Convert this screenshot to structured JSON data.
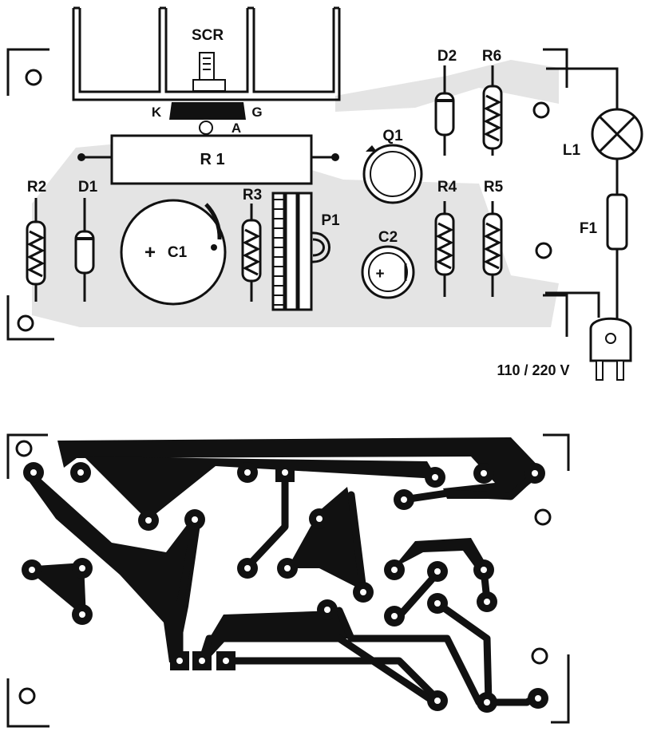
{
  "diagram": {
    "component_labels": {
      "scr": "SCR",
      "scr_k": "K",
      "scr_g": "G",
      "scr_a": "A",
      "d2": "D2",
      "r6": "R6",
      "q1": "Q1",
      "r1": "R 1",
      "l1": "L1",
      "r2": "R2",
      "d1": "D1",
      "r3": "R3",
      "p1": "P1",
      "r4": "R4",
      "r5": "R5",
      "c1": "C1",
      "c1_plus": "+",
      "c2": "C2",
      "c2_plus": "+",
      "f1": "F1",
      "mains": "110 / 220 V"
    }
  }
}
